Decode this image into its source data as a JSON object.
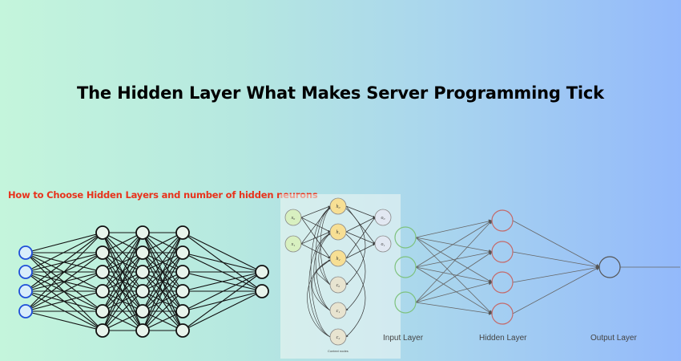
{
  "title": "The Hidden Layer What Makes Server Programming Tick",
  "subtitle": "How to Choose Hidden Layers and number of hidden neurons",
  "left_net": {
    "input_color": "#1f4fd8",
    "node_color": "#111111",
    "layer_sizes": [
      4,
      6,
      6,
      6,
      2
    ]
  },
  "middle_net": {
    "input_labels": [
      "x₀",
      "x₁"
    ],
    "hidden_labels": [
      "h₀",
      "h₁",
      "h₂"
    ],
    "output_labels": [
      "o₀",
      "o₁"
    ],
    "context_labels": [
      "c₀",
      "c₁",
      "c₂"
    ],
    "context_caption": "Context nodes",
    "input_fill": "#d8f0c0",
    "hidden_fill": "#f7df94",
    "context_fill": "#e8e4d0",
    "output_fill": "#e2e8f2"
  },
  "right_net": {
    "layer_sizes": [
      3,
      4,
      1
    ],
    "input_label": "Input Layer",
    "hidden_label": "Hidden Layer",
    "output_label": "Output Layer",
    "input_color": "#7ec27e",
    "hidden_color": "#c46a6a",
    "output_color": "#555555"
  }
}
